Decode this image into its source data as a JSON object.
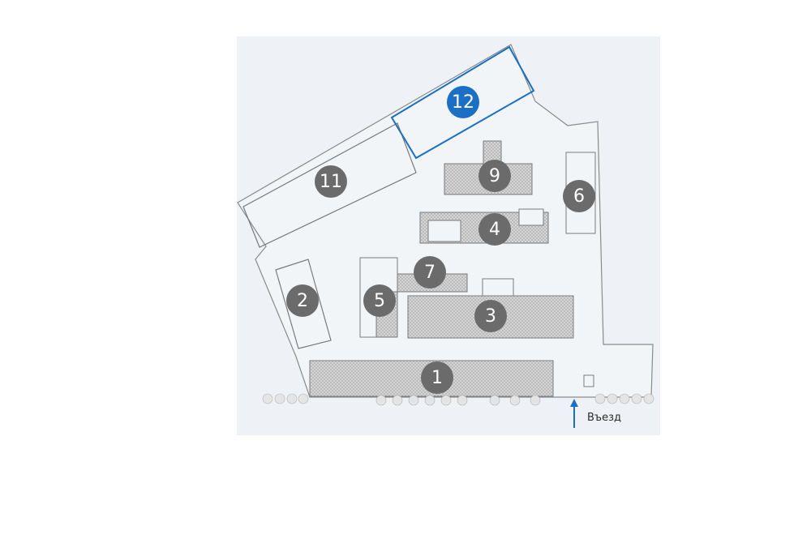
{
  "map": {
    "buildings": [
      {
        "id": "1",
        "label": "1",
        "highlighted": false
      },
      {
        "id": "2",
        "label": "2",
        "highlighted": false
      },
      {
        "id": "3",
        "label": "3",
        "highlighted": false
      },
      {
        "id": "4",
        "label": "4",
        "highlighted": false
      },
      {
        "id": "5",
        "label": "5",
        "highlighted": false
      },
      {
        "id": "6",
        "label": "6",
        "highlighted": false
      },
      {
        "id": "7",
        "label": "7",
        "highlighted": false
      },
      {
        "id": "9",
        "label": "9",
        "highlighted": false
      },
      {
        "id": "11",
        "label": "11",
        "highlighted": false
      },
      {
        "id": "12",
        "label": "12",
        "highlighted": true
      }
    ],
    "entrance_label": "Въезд",
    "colors": {
      "background": "#eef2f6",
      "outline": "#8a8a8a",
      "marker": "#6b6b6b",
      "highlight": "#1b6fc4",
      "hatch": "#c9c9c9"
    }
  }
}
